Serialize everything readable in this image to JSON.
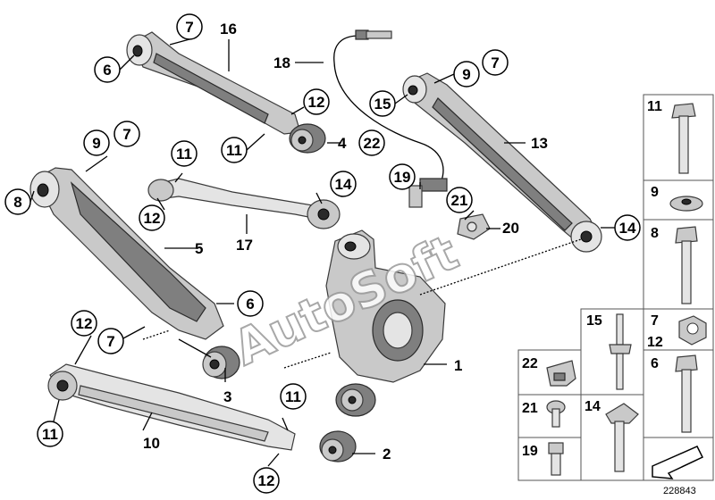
{
  "figure_number": "228843",
  "watermark": "AutoSoft",
  "callouts": [
    {
      "id": "c1",
      "label": "1"
    },
    {
      "id": "c2",
      "label": "2"
    },
    {
      "id": "c3",
      "label": "3"
    },
    {
      "id": "c4",
      "label": "4"
    },
    {
      "id": "c5",
      "label": "5"
    },
    {
      "id": "c6a",
      "label": "6"
    },
    {
      "id": "c6b",
      "label": "6"
    },
    {
      "id": "c7a",
      "label": "7"
    },
    {
      "id": "c7b",
      "label": "7"
    },
    {
      "id": "c7c",
      "label": "7"
    },
    {
      "id": "c7d",
      "label": "7"
    },
    {
      "id": "c8",
      "label": "8"
    },
    {
      "id": "c9a",
      "label": "9"
    },
    {
      "id": "c9b",
      "label": "9"
    },
    {
      "id": "c10",
      "label": "10"
    },
    {
      "id": "c11a",
      "label": "11"
    },
    {
      "id": "c11b",
      "label": "11"
    },
    {
      "id": "c11c",
      "label": "11"
    },
    {
      "id": "c11d",
      "label": "11"
    },
    {
      "id": "c12a",
      "label": "12"
    },
    {
      "id": "c12b",
      "label": "12"
    },
    {
      "id": "c12c",
      "label": "12"
    },
    {
      "id": "c12d",
      "label": "12"
    },
    {
      "id": "c13",
      "label": "13"
    },
    {
      "id": "c14a",
      "label": "14"
    },
    {
      "id": "c14b",
      "label": "14"
    },
    {
      "id": "c15",
      "label": "15"
    },
    {
      "id": "c16",
      "label": "16"
    },
    {
      "id": "c17",
      "label": "17"
    },
    {
      "id": "c18",
      "label": "18"
    },
    {
      "id": "c19",
      "label": "19"
    },
    {
      "id": "c20",
      "label": "20"
    },
    {
      "id": "c21",
      "label": "21"
    },
    {
      "id": "c22",
      "label": "22"
    }
  ],
  "parts_panel": [
    {
      "label": "11"
    },
    {
      "label": "9"
    },
    {
      "label": "8"
    },
    {
      "label": "15"
    },
    {
      "label": "7"
    },
    {
      "label": "12"
    },
    {
      "label": "6"
    },
    {
      "label": "22"
    },
    {
      "label": "21"
    },
    {
      "label": "14"
    },
    {
      "label": "19"
    }
  ]
}
